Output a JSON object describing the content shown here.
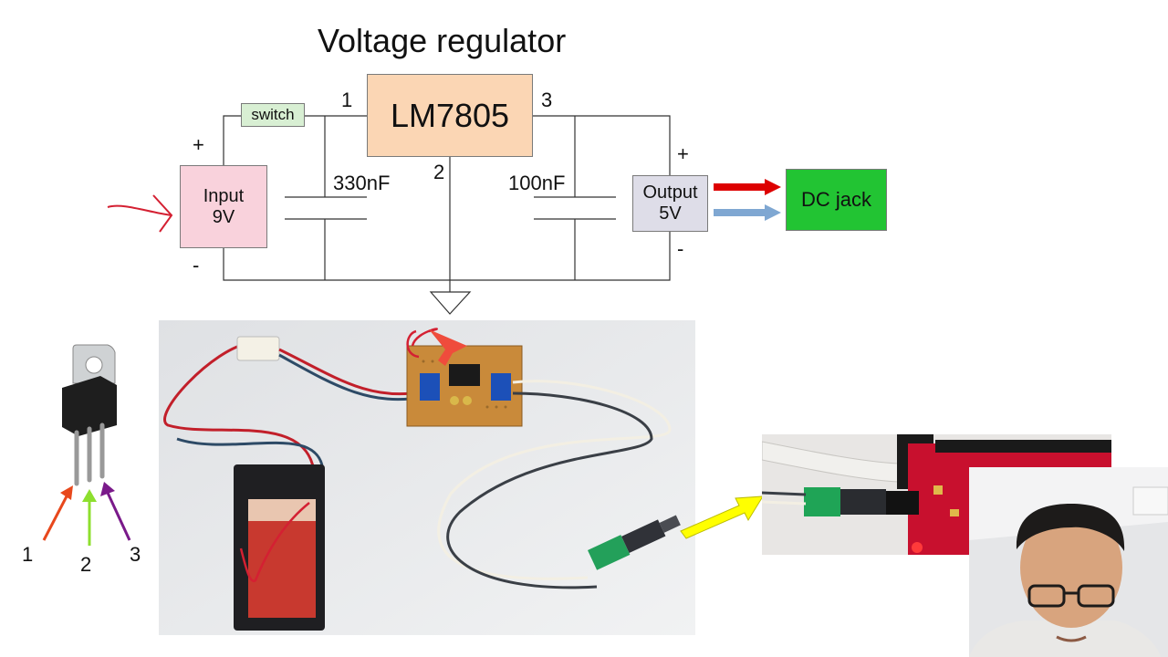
{
  "slide": {
    "title": "Voltage regulator"
  },
  "schematic": {
    "regulator": "LM7805",
    "switch": "switch",
    "input_label": "Input",
    "input_voltage": "9V",
    "output_label": "Output",
    "output_voltage": "5V",
    "dc_jack": "DC jack",
    "pin_1": "1",
    "pin_2": "2",
    "pin_3": "3",
    "cap_in": "330nF",
    "cap_out": "100nF",
    "plus": "+",
    "minus": "-"
  },
  "pinout": {
    "labels": [
      "1",
      "2",
      "3"
    ],
    "arrow_colors": [
      "#e8481c",
      "#8ddf2e",
      "#7a1a8a"
    ]
  },
  "colors": {
    "input_fill": "#f9d2dc",
    "regulator_fill": "#fbd6b4",
    "output_fill": "#dedde8",
    "switch_fill": "#d8efd3",
    "dc_jack_fill": "#22c433",
    "arrow_red": "#dd0000",
    "arrow_blue": "#7fa7d2",
    "arrow_yellow": "#ffff00"
  }
}
